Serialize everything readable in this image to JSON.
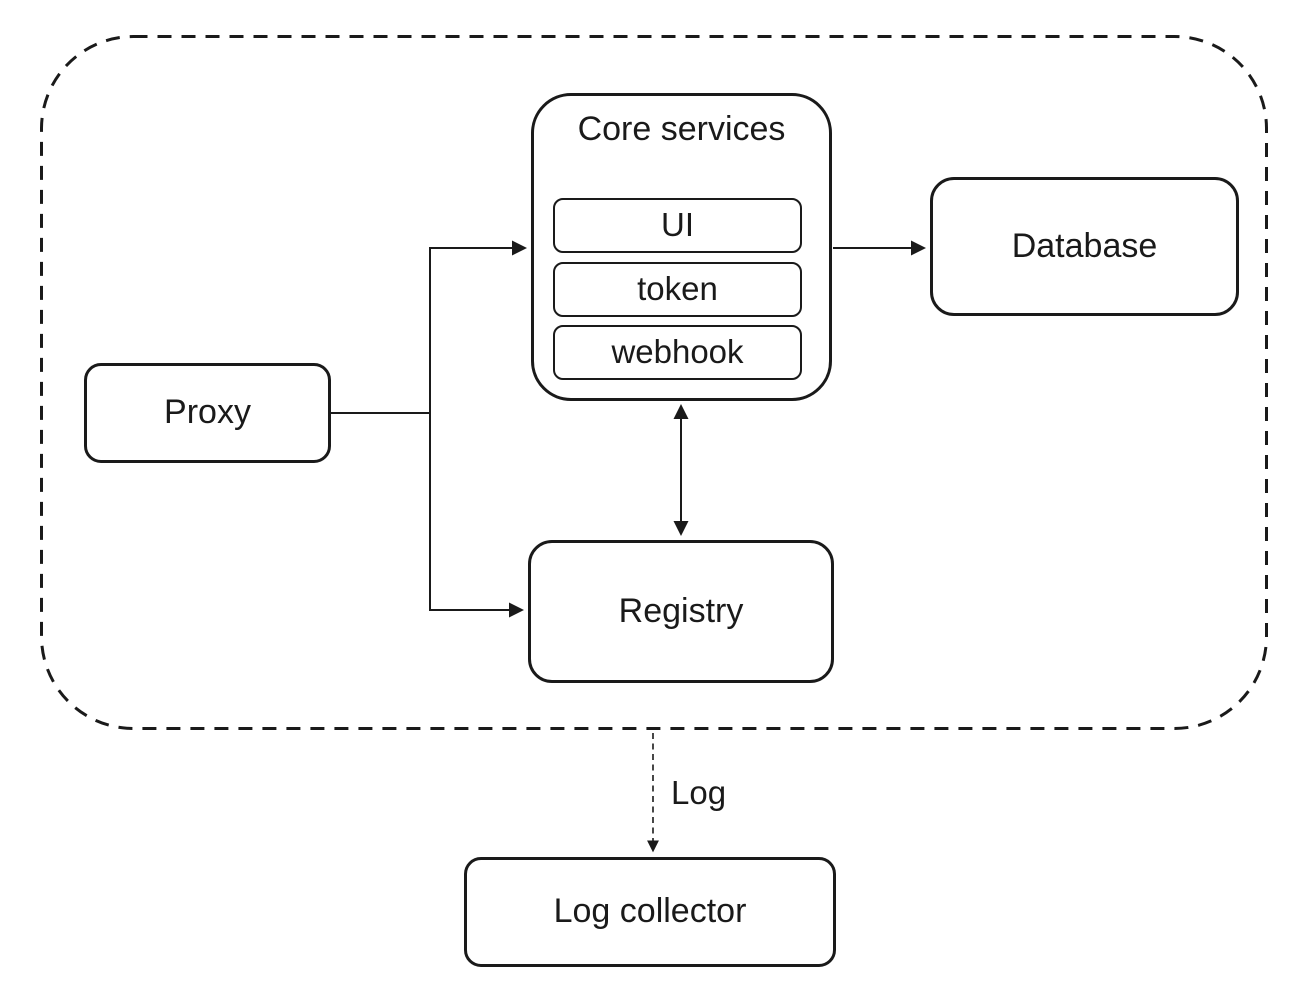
{
  "diagram": {
    "colors": {
      "stroke": "#1a1a1a",
      "background": "#ffffff"
    },
    "boundary": {
      "name": "system-boundary",
      "style": "dashed-rounded-rectangle"
    },
    "nodes": {
      "proxy": {
        "label": "Proxy"
      },
      "core_services": {
        "title": "Core services",
        "services": [
          {
            "label": "UI"
          },
          {
            "label": "token"
          },
          {
            "label": "webhook"
          }
        ]
      },
      "database": {
        "label": "Database"
      },
      "registry": {
        "label": "Registry"
      },
      "log_collector": {
        "label": "Log collector"
      }
    },
    "edges": [
      {
        "from": "proxy",
        "to": "core_services",
        "style": "solid",
        "arrow": "end",
        "label": ""
      },
      {
        "from": "proxy",
        "to": "registry",
        "style": "solid",
        "arrow": "end",
        "label": ""
      },
      {
        "from": "core_services",
        "to": "database",
        "style": "solid",
        "arrow": "end",
        "label": ""
      },
      {
        "from": "core_services",
        "to": "registry",
        "style": "solid",
        "arrow": "both",
        "label": ""
      },
      {
        "from": "system-boundary",
        "to": "log_collector",
        "style": "dashed",
        "arrow": "end",
        "label": "Log"
      }
    ]
  }
}
